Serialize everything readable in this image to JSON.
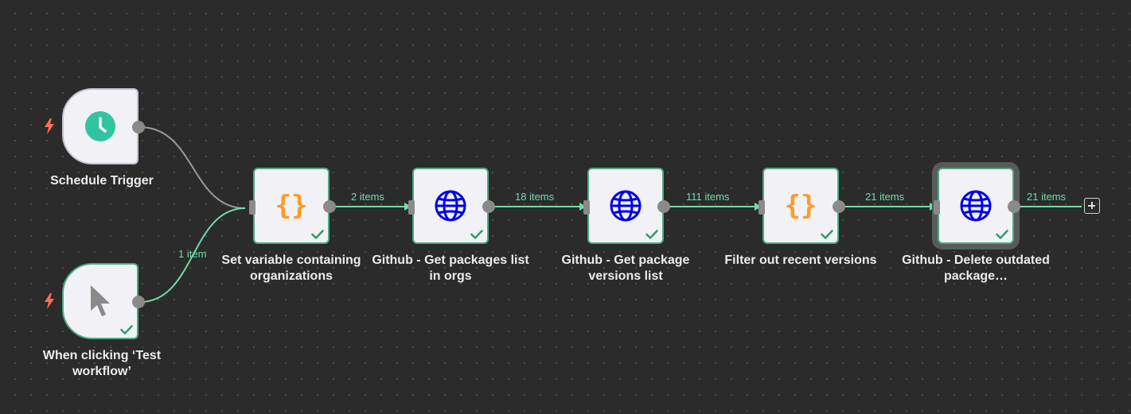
{
  "colors": {
    "canvas_background": "#2b2b2b",
    "node_success_border": "#4bab82",
    "edge_success": "#6fdca6",
    "edge_inactive": "#9a9a9a",
    "trigger_bolt": "#ff6d5a",
    "code_icon": "#ff9b26",
    "http_icon": "#0000e6",
    "schedule_icon": "#31c49f"
  },
  "nodes": {
    "schedule_trigger": {
      "label": "Schedule Trigger",
      "icon": "clock-icon",
      "type": "trigger",
      "status": "not-run"
    },
    "manual_trigger": {
      "label": "When clicking ‘Test workflow’",
      "icon": "cursor-icon",
      "type": "trigger",
      "status": "success"
    },
    "set_orgs": {
      "label": "Set variable containing organizations",
      "icon": "curly-braces-icon",
      "status": "success"
    },
    "get_packages": {
      "label": "Github - Get packages list in orgs",
      "icon": "globe-icon",
      "status": "success"
    },
    "get_versions": {
      "label": "Github - Get package versions list",
      "icon": "globe-icon",
      "status": "success"
    },
    "filter_recent": {
      "label": "Filter out recent versions",
      "icon": "curly-braces-icon",
      "status": "success"
    },
    "delete_outdated": {
      "label": "Github - Delete outdated package…",
      "icon": "globe-icon",
      "status": "success",
      "selected": true
    }
  },
  "edges": {
    "manual_to_set": "1 item",
    "set_to_packages": "2 items",
    "packages_to_versions": "18 items",
    "versions_to_filter": "111 items",
    "filter_to_delete": "21 items",
    "delete_output": "21 items"
  },
  "add_node_button": {
    "icon": "plus-icon"
  }
}
